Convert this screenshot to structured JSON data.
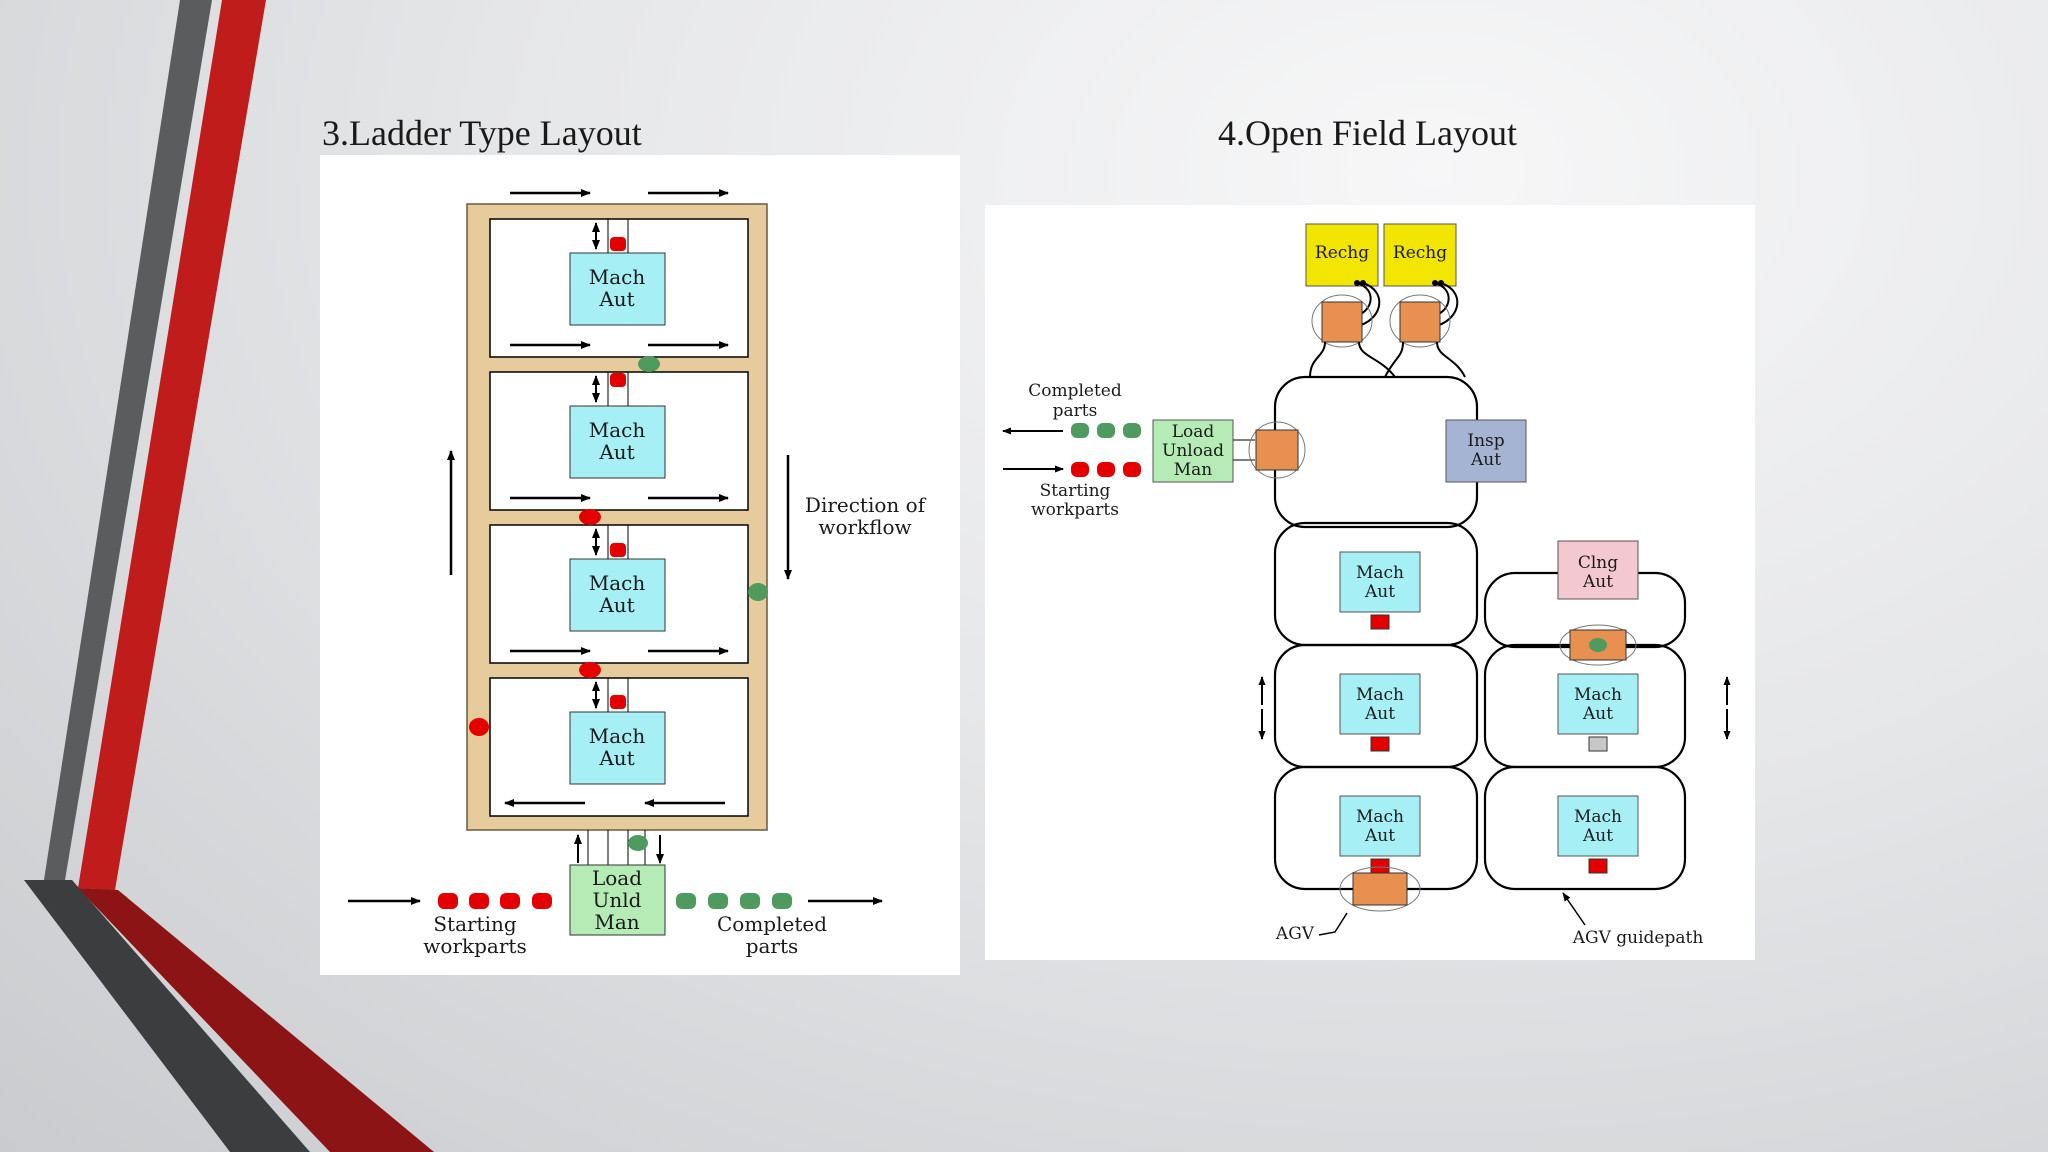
{
  "slide": {
    "title_left": "3.Ladder Type Layout",
    "title_right": "4.Open Field Layout"
  },
  "ladder": {
    "machine_line1": "Mach",
    "machine_line2": "Aut",
    "load_line1": "Load",
    "load_line2": "Unld",
    "load_line3": "Man",
    "direction_line1": "Direction of",
    "direction_line2": "workflow",
    "starting_line1": "Starting",
    "starting_line2": "workparts",
    "completed_line1": "Completed",
    "completed_line2": "parts"
  },
  "open_field": {
    "rechg": "Rechg",
    "completed_line1": "Completed",
    "completed_line2": "parts",
    "starting_line1": "Starting",
    "starting_line2": "workparts",
    "load_line1": "Load",
    "load_line2": "Unload",
    "load_line3": "Man",
    "insp_line1": "Insp",
    "insp_line2": "Aut",
    "clng_line1": "Clng",
    "clng_line2": "Aut",
    "machine_line1": "Mach",
    "machine_line2": "Aut",
    "agv": "AGV",
    "agv_guidepath": "AGV guidepath"
  },
  "colors": {
    "machine": "#a6f0f5",
    "load_station": "#b5ecb5",
    "recharge": "#f2e600",
    "inspection": "#a6b4d4",
    "cleaning": "#f4c8d0",
    "agv": "#e8904f",
    "track": "#e6cc9c",
    "red_part": "#e50000",
    "green_part": "#4f9a5f",
    "accent_red": "#b71c1c",
    "accent_gray": "#58595b"
  }
}
